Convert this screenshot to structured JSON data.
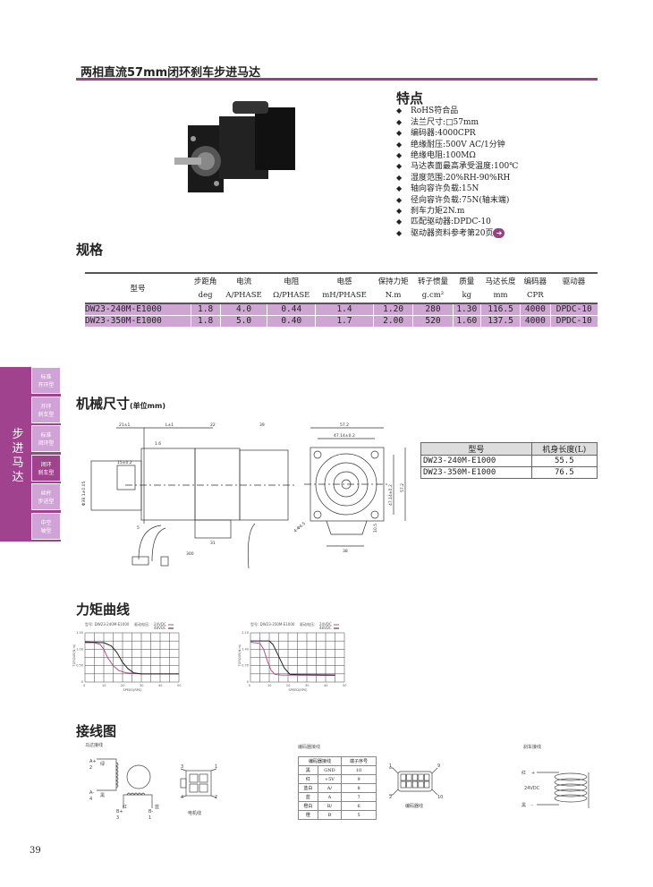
{
  "title": "两相直流57mm闭环刹车步进马达",
  "features": {
    "heading": "特点",
    "items": [
      "RoHS符合品",
      "法兰尺寸:□57mm",
      "编码器:4000CPR",
      "绝缘耐压:500V AC/1分钟",
      "绝缘电阻:100MΩ",
      "马达表面最高承受温度:100℃",
      "湿度范围:20%RH-90%RH",
      "轴向容许负载:15N",
      "径向容许负载:75N(轴末端)",
      "刹车力矩2N.m",
      "匹配驱动器:DPDC-10",
      "驱动器资料参考第20页"
    ]
  },
  "spec": {
    "heading": "规格",
    "model_header": "型号",
    "headers": [
      "步距角",
      "电流",
      "电阻",
      "电感",
      "保持力矩",
      "转子惯量",
      "质量",
      "马达长度",
      "编码器",
      "驱动器"
    ],
    "units": [
      "deg",
      "A/PHASE",
      "Ω/PHASE",
      "mH/PHASE",
      "N.m",
      "g.cm²",
      "kg",
      "mm",
      "CPR",
      ""
    ],
    "rows": [
      [
        "DW23-240M-E1000",
        "1.8",
        "4.0",
        "0.44",
        "1.4",
        "1.20",
        "280",
        "1.30",
        "116.5",
        "4000",
        "DPDC-10"
      ],
      [
        "DW23-350M-E1000",
        "1.8",
        "5.0",
        "0.40",
        "1.7",
        "2.00",
        "520",
        "1.60",
        "137.5",
        "4000",
        "DPDC-10"
      ]
    ]
  },
  "sidebar": {
    "category": "步进马达",
    "tabs": [
      [
        "标准",
        "开环型"
      ],
      [
        "开环",
        "刹车型"
      ],
      [
        "标准",
        "闭环型"
      ],
      [
        "闭环",
        "刹车型"
      ],
      [
        "丝杆",
        "步进型"
      ],
      [
        "中空",
        "轴型"
      ]
    ],
    "active": 3
  },
  "dimensions": {
    "heading": "机械尺寸",
    "unit": "(单位mm)",
    "labels": [
      "21±1",
      "L±1",
      "22",
      "39",
      "1.6",
      "15±0.2",
      "Φ38.1±0.05",
      "57.2",
      "47.14±0.2",
      "47.14±0.2",
      "57.2",
      "4-Φ4.5",
      "10.5",
      "31",
      "38",
      "300",
      "5"
    ],
    "table": {
      "headers": [
        "型号",
        "机身长度(L)"
      ],
      "rows": [
        [
          "DW23-240M-E1000",
          "55.5"
        ],
        [
          "DW23-350M-E1000",
          "76.5"
        ]
      ]
    }
  },
  "torque": {
    "heading": "力矩曲线"
  },
  "chart_data": [
    {
      "type": "line",
      "title": "型号: DW23-240M-E1000",
      "legend_title": "驱动电压:",
      "xlabel": "SPEED(RPS)",
      "ylabel": "TORQUE(N.m)",
      "xlim": [
        0,
        50
      ],
      "ylim": [
        0,
        1.5
      ],
      "xticks": [
        "0",
        "10",
        "20",
        "30",
        "40",
        "50"
      ],
      "yticks": [
        "0",
        "0.50",
        "1.00",
        "1.50"
      ],
      "grid": true,
      "series": [
        {
          "name": "24VDC",
          "color": "#b0508f",
          "x": [
            0,
            5,
            8,
            10,
            12,
            15,
            18,
            22,
            30,
            50
          ],
          "y": [
            1.2,
            1.2,
            1.15,
            1.0,
            0.75,
            0.5,
            0.35,
            0.28,
            0.25,
            0.25
          ]
        },
        {
          "name": "48VDC",
          "color": "#222222",
          "x": [
            0,
            10,
            14,
            17,
            20,
            23,
            26,
            30,
            50
          ],
          "y": [
            1.22,
            1.2,
            1.1,
            0.9,
            0.6,
            0.4,
            0.28,
            0.25,
            0.25
          ]
        }
      ]
    },
    {
      "type": "line",
      "title": "型号: DW23-350M-E1000",
      "legend_title": "驱动电压:",
      "xlabel": "SPEED(RPS)",
      "ylabel": "TORQUE(N.m)",
      "xlim": [
        0,
        50
      ],
      "ylim": [
        0,
        2.1
      ],
      "xticks": [
        "0",
        "10",
        "20",
        "30",
        "40",
        "50"
      ],
      "yticks": [
        "0",
        "0.70",
        "1.40",
        "2.10"
      ],
      "grid": true,
      "series": [
        {
          "name": "24VDC",
          "color": "#b0508f",
          "x": [
            0,
            5,
            7,
            9,
            11,
            13,
            16,
            45
          ],
          "y": [
            1.7,
            1.65,
            1.4,
            0.9,
            0.5,
            0.33,
            0.3,
            0.28
          ]
        },
        {
          "name": "48VDC",
          "color": "#222222",
          "x": [
            0,
            10,
            12,
            15,
            18,
            21,
            25,
            45
          ],
          "y": [
            1.75,
            1.75,
            1.6,
            1.1,
            0.6,
            0.33,
            0.32,
            0.3
          ]
        }
      ]
    }
  ],
  "wiring": {
    "heading": "接线图",
    "motor": {
      "title": "马达接线",
      "labels": [
        "A+",
        "2",
        "绿",
        "A-",
        "4",
        "黑",
        "B+",
        "3",
        "红",
        "B-",
        "1",
        "蓝"
      ],
      "connector": "电机线",
      "pins": [
        "3",
        "1",
        "4",
        "2"
      ]
    },
    "encoder": {
      "title": "编码器接线",
      "headers": [
        "编码器接线",
        "端子序号"
      ],
      "rows": [
        [
          "黑",
          "GND",
          "10"
        ],
        [
          "红",
          "+5V",
          "9"
        ],
        [
          "蓝白",
          "A/",
          "8"
        ],
        [
          "蓝",
          "A",
          "7"
        ],
        [
          "橙白",
          "B/",
          "6"
        ],
        [
          "橙",
          "B",
          "5"
        ]
      ],
      "connector": "编码器线",
      "pins": [
        "1",
        "9",
        "2",
        "10"
      ]
    },
    "brake": {
      "title": "刹车接线",
      "labels": [
        "红",
        "+",
        "24VDC",
        "黑",
        "-"
      ]
    }
  },
  "page_number": "39"
}
